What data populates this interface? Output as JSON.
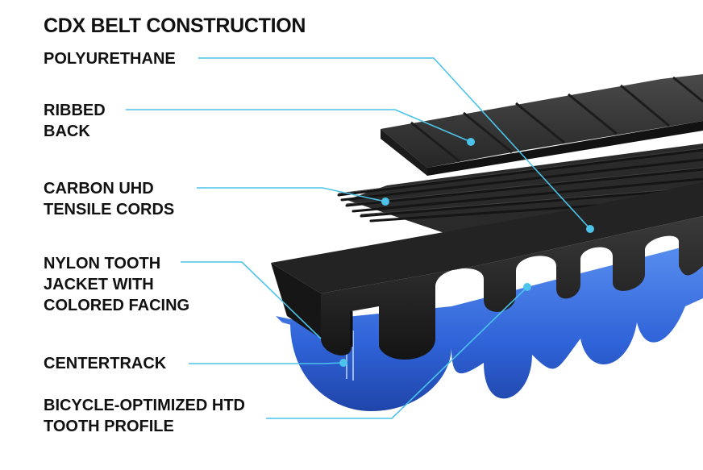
{
  "title": "CDX BELT CONSTRUCTION",
  "labels": {
    "polyurethane": "POLYURETHANE",
    "ribbed_back": "RIBBED\nBACK",
    "carbon_cords": "CARBON UHD\nTENSILE CORDS",
    "nylon_jacket": "NYLON TOOTH\nJACKET WITH\nCOLORED FACING",
    "centertrack": "CENTERTRACK",
    "tooth_profile": "BICYCLE-OPTIMIZED HTD\nTOOTH PROFILE"
  },
  "colors": {
    "leader": "#4cc3ea",
    "belt_dark": "#1f1f1f",
    "belt_mid": "#2c2c2c",
    "jacket_blue": "#2f63d8",
    "text": "#111111"
  }
}
